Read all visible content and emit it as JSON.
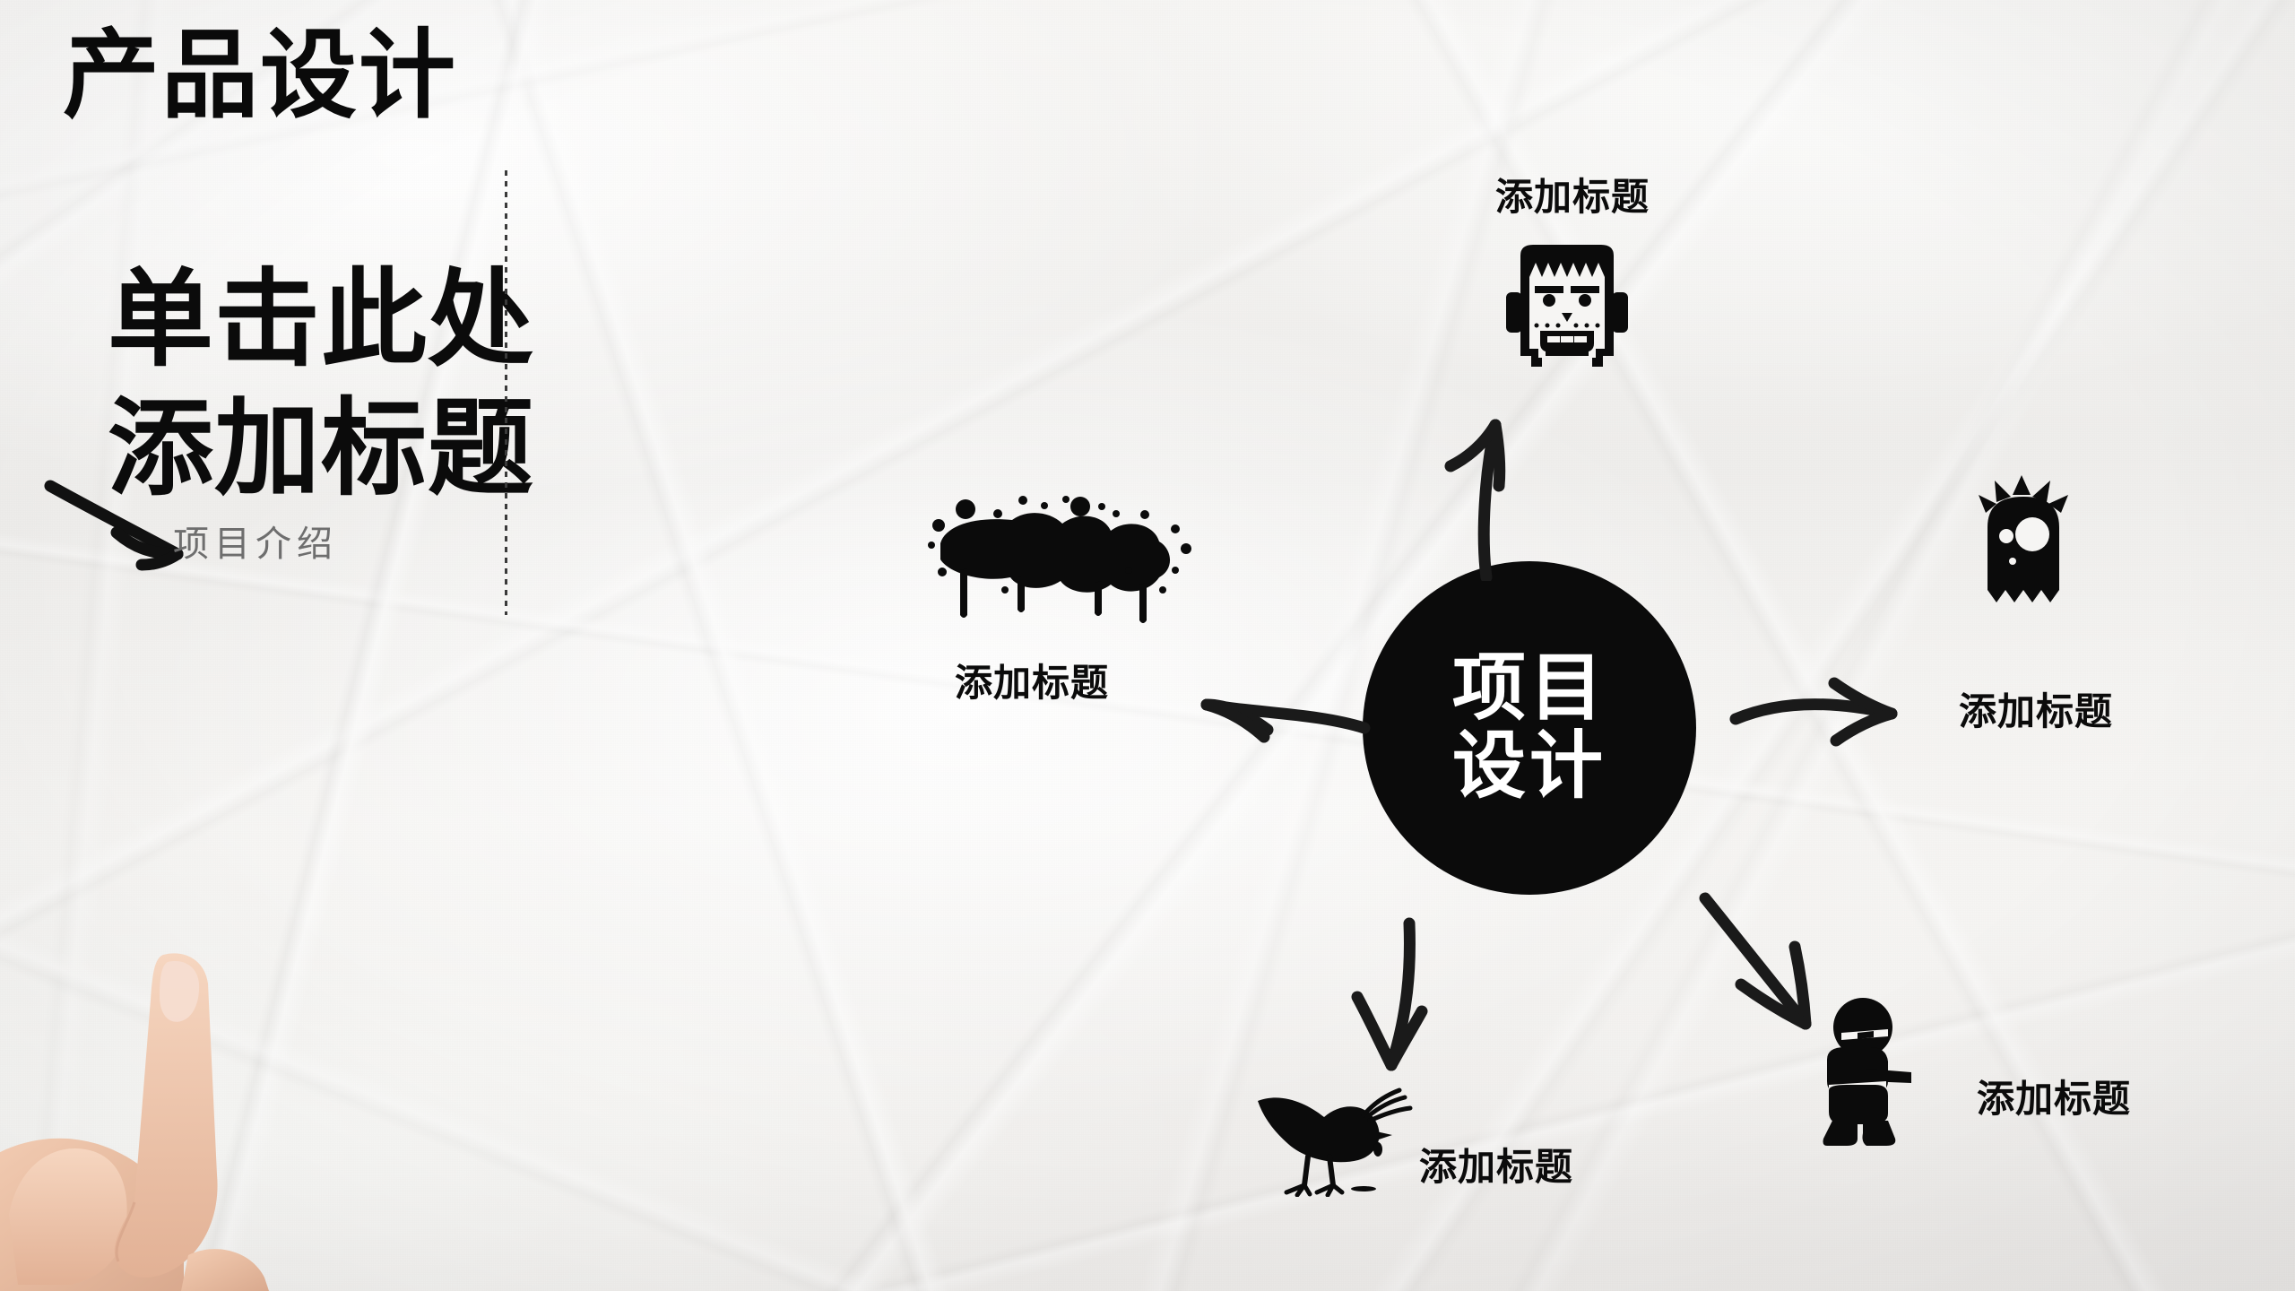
{
  "slide": {
    "title": "产品设计",
    "headline_line1": "单击此处",
    "headline_line2": "添加标题",
    "subtitle": "项目介绍"
  },
  "diagram": {
    "center": {
      "line1": "项目",
      "line2": "设计",
      "bg_color": "#0b0b0b",
      "text_color": "#ffffff"
    },
    "nodes": [
      {
        "id": "top",
        "label": "添加标题",
        "icon": "frankenstein-monster-icon",
        "arrow": "arrow-up-icon"
      },
      {
        "id": "right",
        "label": "添加标题",
        "icon": "spiky-ghost-monster-icon",
        "arrow": "arrow-right-icon"
      },
      {
        "id": "bottom-right",
        "label": "添加标题",
        "icon": "crouching-person-icon",
        "arrow": "arrow-down-right-icon"
      },
      {
        "id": "bottom",
        "label": "添加标题",
        "icon": "bird-icon",
        "arrow": "arrow-down-icon"
      },
      {
        "id": "left",
        "label": "添加标题",
        "icon": "ink-splatter-icon",
        "arrow": "arrow-left-icon"
      }
    ]
  },
  "decor": {
    "pointing_hand": "pointing-hand-photo",
    "divider": "dotted-vertical-divider",
    "background": "crumpled-paper-texture"
  },
  "colors": {
    "ink": "#0b0b0b",
    "paper": "#f4f3f1",
    "subtitle_gray": "#6e6e6e"
  }
}
